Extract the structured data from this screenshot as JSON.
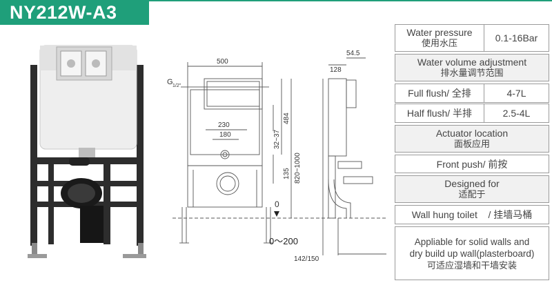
{
  "title": "NY212W-A3",
  "colors": {
    "brand": "#1f9f7a",
    "frame": "#2d2d2d",
    "tank": "#f0f0f0",
    "line": "#555555"
  },
  "drawing": {
    "dim_width_top": "500",
    "dim_side_top": "54.5",
    "dim_side_128": "128",
    "dim_230": "230",
    "dim_180": "180",
    "dim_32_37": "32~37",
    "dim_484": "484",
    "dim_820_1000": "820~1000",
    "dim_135": "135",
    "dim_142_150": "142/150",
    "floor_zero": "0",
    "floor_range": "0～200",
    "pipe_label": "G",
    "pipe_frac": "1/2\""
  },
  "spec": {
    "water_pressure": {
      "label_en": "Water pressure",
      "label_zh": "使用水压",
      "value": "0.1-16Bar"
    },
    "volume": {
      "heading_en": "Water volume adjustment",
      "heading_zh": "排水量调节范围",
      "full": {
        "label": "Full flush/  全排",
        "value": "4-7L"
      },
      "half": {
        "label": "Half flush/ 半排",
        "value": "2.5-4L"
      }
    },
    "actuator": {
      "heading_en": "Actuator location",
      "heading_zh": "面板应用",
      "value": "Front push/ 前按"
    },
    "designed": {
      "heading_en": "Designed for",
      "heading_zh": "适配于",
      "value": "Wall hung toilet    / 挂墙马桶"
    },
    "walls": {
      "line1": "Appliable for solid walls and",
      "line2": "dry build up wall(plasterboard)",
      "line3": "可适应湿墙和干墙安装"
    }
  }
}
